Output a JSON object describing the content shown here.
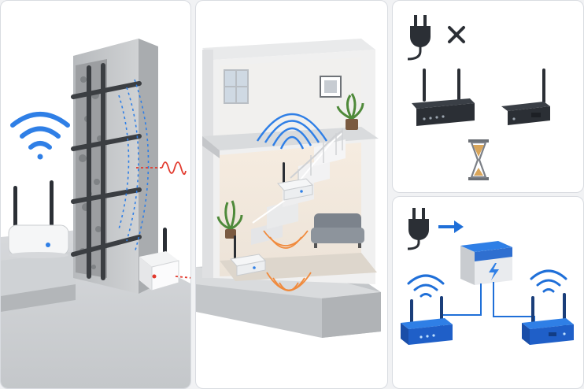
{
  "colors": {
    "wifi_blue": "#2f7fe6",
    "interference_red": "#e23a2e",
    "signal_orange": "#f08a3c",
    "router_white": "#f5f6f7",
    "router_dark": "#2b2f35",
    "router_blue": "#1f5fc8",
    "concrete": "#b9bcbf"
  },
  "panels": [
    {
      "id": "wall-signal-block",
      "icons": [
        "router-icon",
        "wifi-signal-icon",
        "concrete-wall-icon",
        "rebar-icon",
        "interference-wave-icon",
        "sensor-box-icon"
      ]
    },
    {
      "id": "house-cross-section",
      "icons": [
        "house-icon",
        "router-icon",
        "wifi-signal-icon",
        "staircase-icon",
        "sofa-icon",
        "plant-icon",
        "picture-frame-icon",
        "window-icon"
      ]
    },
    {
      "id": "power-off-restart",
      "icons": [
        "power-plug-icon",
        "close-icon",
        "router-icon",
        "modem-icon",
        "hourglass-icon"
      ]
    },
    {
      "id": "power-on-reconnect",
      "icons": [
        "power-plug-icon",
        "arrow-right-icon",
        "power-hub-icon",
        "router-icon",
        "wifi-signal-icon"
      ]
    }
  ]
}
